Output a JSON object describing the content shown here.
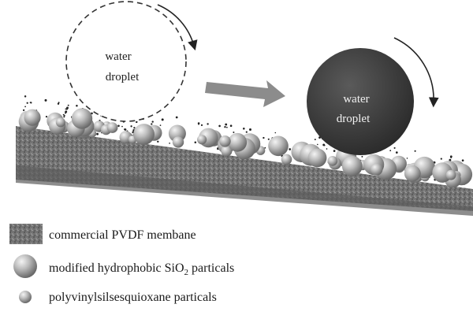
{
  "diagram": {
    "left_droplet": {
      "line1": "water",
      "line2": "droplet"
    },
    "right_droplet": {
      "line1": "water",
      "line2": "droplet"
    },
    "legend": {
      "membrane": "commercial PVDF membane",
      "sio2_prefix": "modified hydrophobic SiO",
      "sio2_subscript": "2",
      "sio2_suffix": " particals",
      "pvsq": "polyvinylsilsesquioxane particals"
    },
    "colors": {
      "membrane": "#6e6e6e",
      "droplet_dark": "#3a3a3a",
      "arrow": "#8c8c8c",
      "sphere": "#b9b9b9"
    }
  }
}
